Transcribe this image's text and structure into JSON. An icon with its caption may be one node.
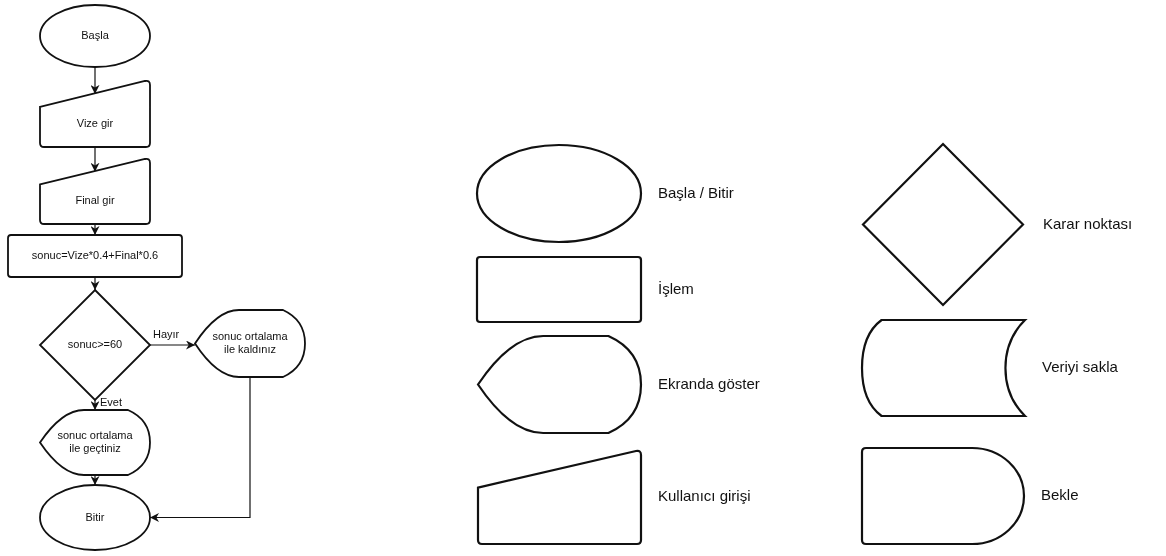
{
  "diagram": {
    "nodes": [
      {
        "text": [
          "Başla"
        ]
      },
      {
        "text": [
          "Vize gir"
        ]
      },
      {
        "text": [
          "Final gir"
        ]
      },
      {
        "text": [
          "sonuc=Vize*0.4+Final*0.6"
        ]
      },
      {
        "text": [
          "sonuc>=60"
        ]
      },
      {
        "text": [
          "sonuc ortalama ile kaldınız"
        ]
      },
      {
        "text": [
          "sonuc ortalama ile geçtiniz"
        ]
      },
      {
        "text": [
          "Bitir"
        ]
      },
      {
        "text": [],
        "shape": "ellipse",
        "beside": [
          "Başla / Bitir"
        ]
      },
      {
        "text": [],
        "shape": "box",
        "beside": [
          "İşlem"
        ]
      },
      {
        "text": [],
        "shape": "display",
        "beside": [
          "Ekranda göster"
        ]
      },
      {
        "text": [],
        "shape": "trapezoid",
        "beside": [
          "Kullanıcı girişi"
        ]
      },
      {
        "text": [],
        "shape": "diamond",
        "beside": [
          "Karar noktası"
        ]
      },
      {
        "text": [],
        "shape": "cylinder",
        "beside": [
          "Veriyi sakla"
        ]
      },
      {
        "text": [],
        "shape": "delay",
        "beside": [
          "Bekle"
        ]
      }
    ],
    "edges": [
      {
        "from": 0,
        "to": 1,
        "arrow": "to"
      },
      {
        "from": 1,
        "to": 2,
        "arrow": "to"
      },
      {
        "from": 2,
        "to": 3,
        "arrow": "to"
      },
      {
        "from": 3,
        "to": 4,
        "arrow": "to"
      },
      {
        "from": 4,
        "to": 5,
        "arrow": "to",
        "label": "Hayır"
      },
      {
        "from": 4,
        "to": 6,
        "arrow": "to",
        "label": "Evet"
      },
      {
        "from": 6,
        "to": 7,
        "arrow": "to"
      },
      {
        "from": 5,
        "to": 7,
        "arrow": "to"
      }
    ]
  }
}
